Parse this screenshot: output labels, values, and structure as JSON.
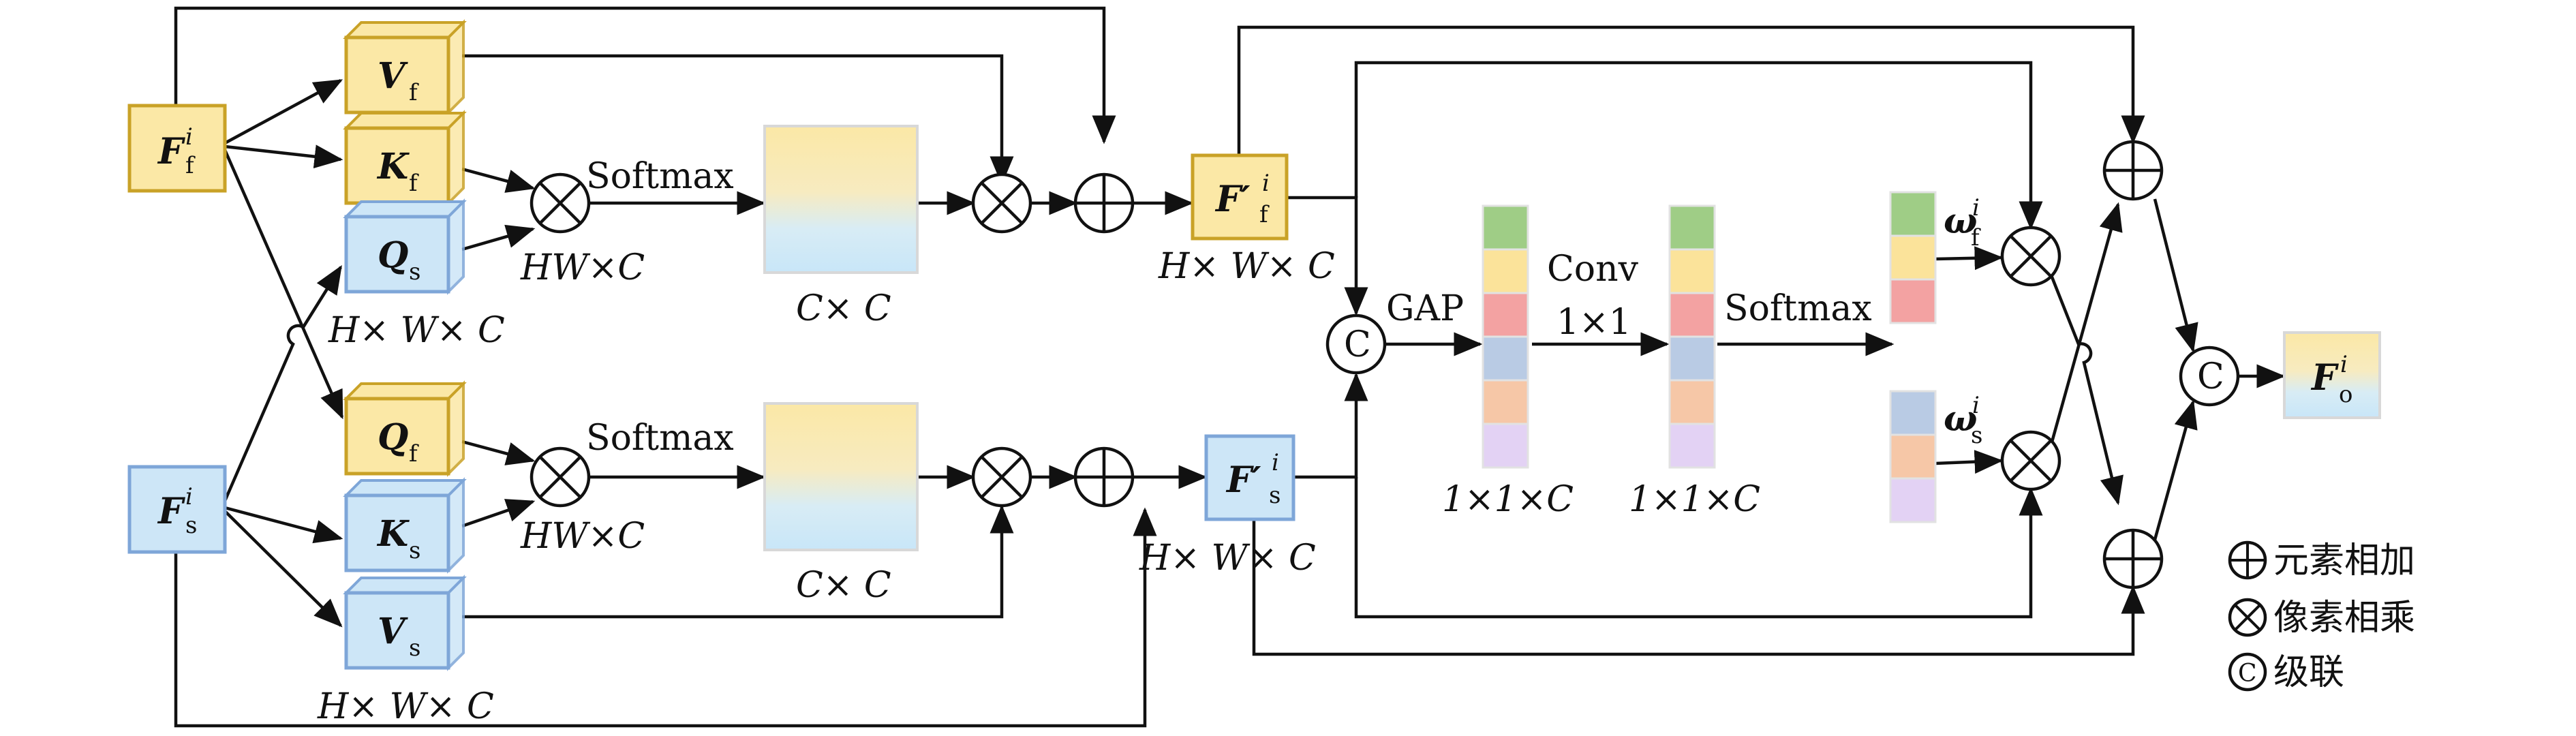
{
  "colors": {
    "yellow_fill": "#fbe8a6",
    "yellow_stroke": "#c9a227",
    "blue_fill": "#cde6f7",
    "blue_stroke": "#7ea6d8",
    "green": "#9fcd86",
    "yellow_cell": "#fbe39a",
    "red": "#f3a2a2",
    "blue_cell": "#b9cbe4",
    "orange": "#f6c7a7",
    "purple": "#e3d2f4",
    "line": "#111111"
  },
  "nodes": {
    "f_in": {
      "sym": "F",
      "sub": "f",
      "sup": "i"
    },
    "s_in": {
      "sym": "F",
      "sub": "s",
      "sup": "i"
    },
    "v_f": {
      "sym": "V",
      "sub": "f"
    },
    "k_f": {
      "sym": "K",
      "sub": "f"
    },
    "q_s": {
      "sym": "Q",
      "sub": "s"
    },
    "q_f": {
      "sym": "Q",
      "sub": "f"
    },
    "k_s": {
      "sym": "K",
      "sub": "s"
    },
    "v_s": {
      "sym": "V",
      "sub": "s"
    },
    "f_mid": {
      "sym": "F′",
      "sub": "f",
      "sup": "i"
    },
    "s_mid": {
      "sym": "F′",
      "sub": "s",
      "sup": "i"
    },
    "w_f": {
      "sym": "ω",
      "sub": "f",
      "sup": "i"
    },
    "w_s": {
      "sym": "ω",
      "sub": "s",
      "sup": "i"
    },
    "out": {
      "sym": "F",
      "sub": "o",
      "sup": "i"
    }
  },
  "labels": {
    "softmax": "Softmax",
    "hw_c": "HW×C",
    "h_w_c": "H× W× C",
    "c_c": "C× C",
    "gap": "GAP",
    "conv": "Conv",
    "conv_size": "1×1",
    "vec_size": "1×1×C",
    "concat": "C"
  },
  "legend": [
    {
      "icon": "plus-circle-icon",
      "text": "元素相加"
    },
    {
      "icon": "times-circle-icon",
      "text": "像素相乘"
    },
    {
      "icon": "c-circle-icon",
      "text": "级联"
    }
  ]
}
